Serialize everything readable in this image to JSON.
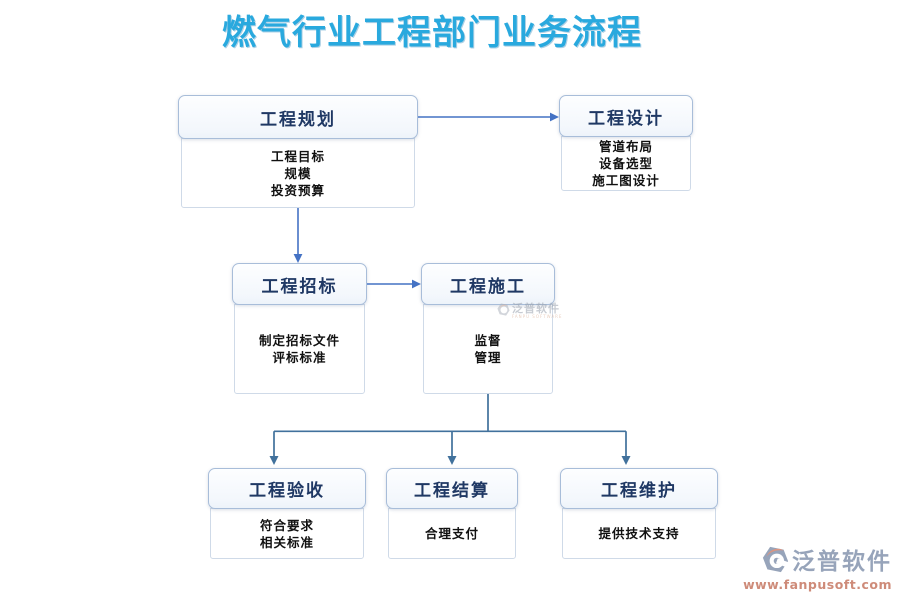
{
  "title": "燃气行业工程部门业务流程",
  "nodes": {
    "planning": {
      "label": "工程规划",
      "details": "工程目标\n规模\n投资预算"
    },
    "design": {
      "label": "工程设计",
      "details": "管道布局\n设备选型\n施工图设计"
    },
    "bidding": {
      "label": "工程招标",
      "details": "制定招标文件\n评标标准"
    },
    "construction": {
      "label": "工程施工",
      "details": "监督\n管理"
    },
    "acceptance": {
      "label": "工程验收",
      "details": "符合要求\n相关标准"
    },
    "settlement": {
      "label": "工程结算",
      "details": "合理支付"
    },
    "maintenance": {
      "label": "工程维护",
      "details": "提供技术支持"
    }
  },
  "flow": [
    "工程规划 → 工程设计",
    "工程规划 → 工程招标",
    "工程招标 → 工程施工",
    "工程施工 → 工程验收",
    "工程施工 → 工程结算",
    "工程施工 → 工程维护"
  ],
  "watermark": {
    "brand": "泛普软件",
    "subtext": "FANPU SOFTWARE"
  },
  "logo": {
    "brand": "泛普软件",
    "url": "www.fanpusoft.com"
  },
  "colors": {
    "title_blue": "#29A9DE",
    "header_text": "#1F3864",
    "header_border": "#A8BDD9",
    "connector_blue": "#4472C4",
    "tree_connector": "#41719C",
    "logo_gray_blue": "#8C9BB3",
    "logo_orange": "#D98A74",
    "url_salmon": "#C97F6B"
  }
}
